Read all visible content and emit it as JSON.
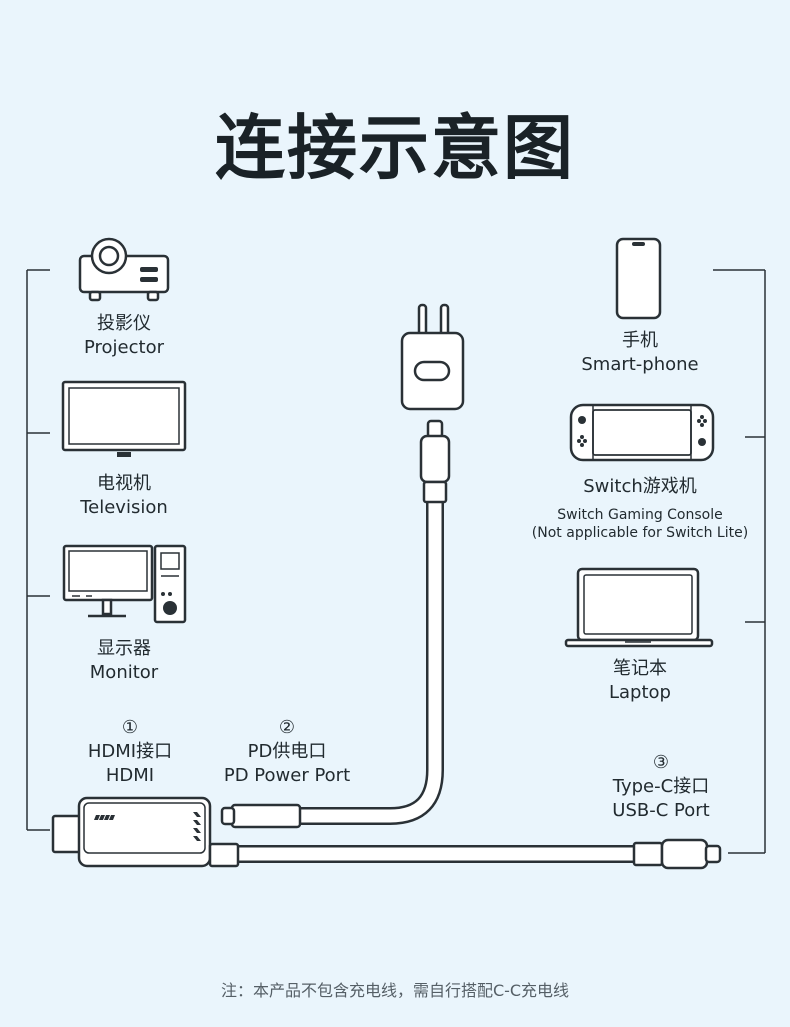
{
  "title": "连接示意图",
  "left_devices": [
    {
      "name_cn": "投影仪",
      "name_en": "Projector",
      "icon": "projector-icon"
    },
    {
      "name_cn": "电视机",
      "name_en": "Television",
      "icon": "television-icon"
    },
    {
      "name_cn": "显示器",
      "name_en": "Monitor",
      "icon": "monitor-icon"
    }
  ],
  "right_devices": [
    {
      "name_cn": "手机",
      "name_en": "Smart-phone",
      "icon": "smartphone-icon"
    },
    {
      "name_cn": "Switch游戏机",
      "name_en": "Switch Gaming Console",
      "sub_note": "(Not applicable for Switch Lite)",
      "icon": "switch-console-icon"
    },
    {
      "name_cn": "笔记本",
      "name_en": "Laptop",
      "icon": "laptop-icon"
    }
  ],
  "ports": [
    {
      "number": "①",
      "name_cn": "HDMI接口",
      "name_en": "HDMI"
    },
    {
      "number": "②",
      "name_cn": "PD供电口",
      "name_en": "PD Power Port"
    },
    {
      "number": "③",
      "name_cn": "Type-C接口",
      "name_en": "USB-C Port"
    }
  ],
  "footnote": "注：本产品不包含充电线，需自行搭配C-C充电线",
  "colors": {
    "background": "#eaf5fc",
    "stroke": "#2a3136",
    "fill": "#ffffff"
  }
}
